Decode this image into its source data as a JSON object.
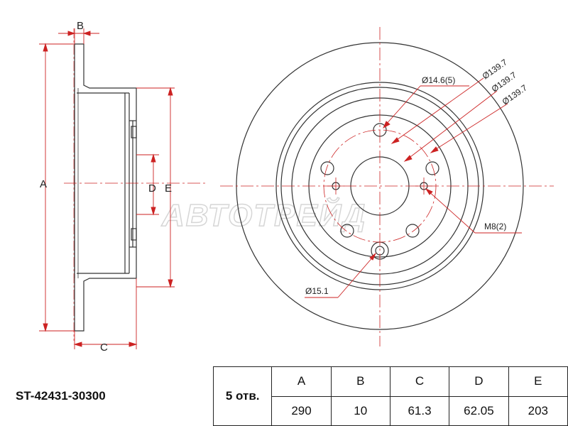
{
  "part_number": "ST-42431-30300",
  "watermark": "АВТОТРЕЙД",
  "holes_label": "5 отв.",
  "dimension_labels": {
    "a": "A",
    "b": "B",
    "c": "C",
    "d": "D",
    "e": "E"
  },
  "callouts": {
    "hole_dia": "Ø14.6(5)",
    "pcd_1": "Ø139.7",
    "pcd_2": "Ø139.7",
    "pcd_3": "Ø139.7",
    "thread": "M8(2)",
    "center_dia": "Ø15.1"
  },
  "spec_table": {
    "headers": [
      "A",
      "B",
      "C",
      "D",
      "E"
    ],
    "values": [
      "290",
      "10",
      "61.3",
      "62.05",
      "203"
    ]
  },
  "colors": {
    "outline": "#333333",
    "dimension": "#cc2222",
    "centerline": "#cc2222"
  }
}
